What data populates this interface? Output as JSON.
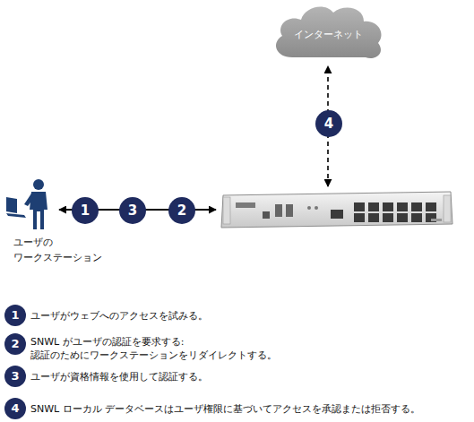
{
  "diagram": {
    "nodes": [
      {
        "text": [
          "インターネット"
        ]
      },
      {
        "text": [
          "ユーザの ワークステーション"
        ]
      },
      {
        "text": []
      }
    ],
    "edges": [
      {
        "from": 2,
        "to": 0,
        "arrow": "both"
      },
      {
        "from": 1,
        "to": 2,
        "arrow": "both"
      }
    ],
    "labels": [
      "4",
      "1",
      "3",
      "2",
      "1",
      "2",
      "3",
      "4"
    ],
    "legend": [
      {
        "text": "ユーザがウェブへのアクセスを試みる。"
      },
      {
        "text": "SNWL がユーザの認証を要求する: 認証のためにワークステーションをリダイレクトする。"
      },
      {
        "text": "ユーザが資格情報を使用して認証する。"
      },
      {
        "text": "SNWL ローカル データベースはユーザ権限に基づいてアクセスを承認または拒否する。"
      }
    ]
  }
}
